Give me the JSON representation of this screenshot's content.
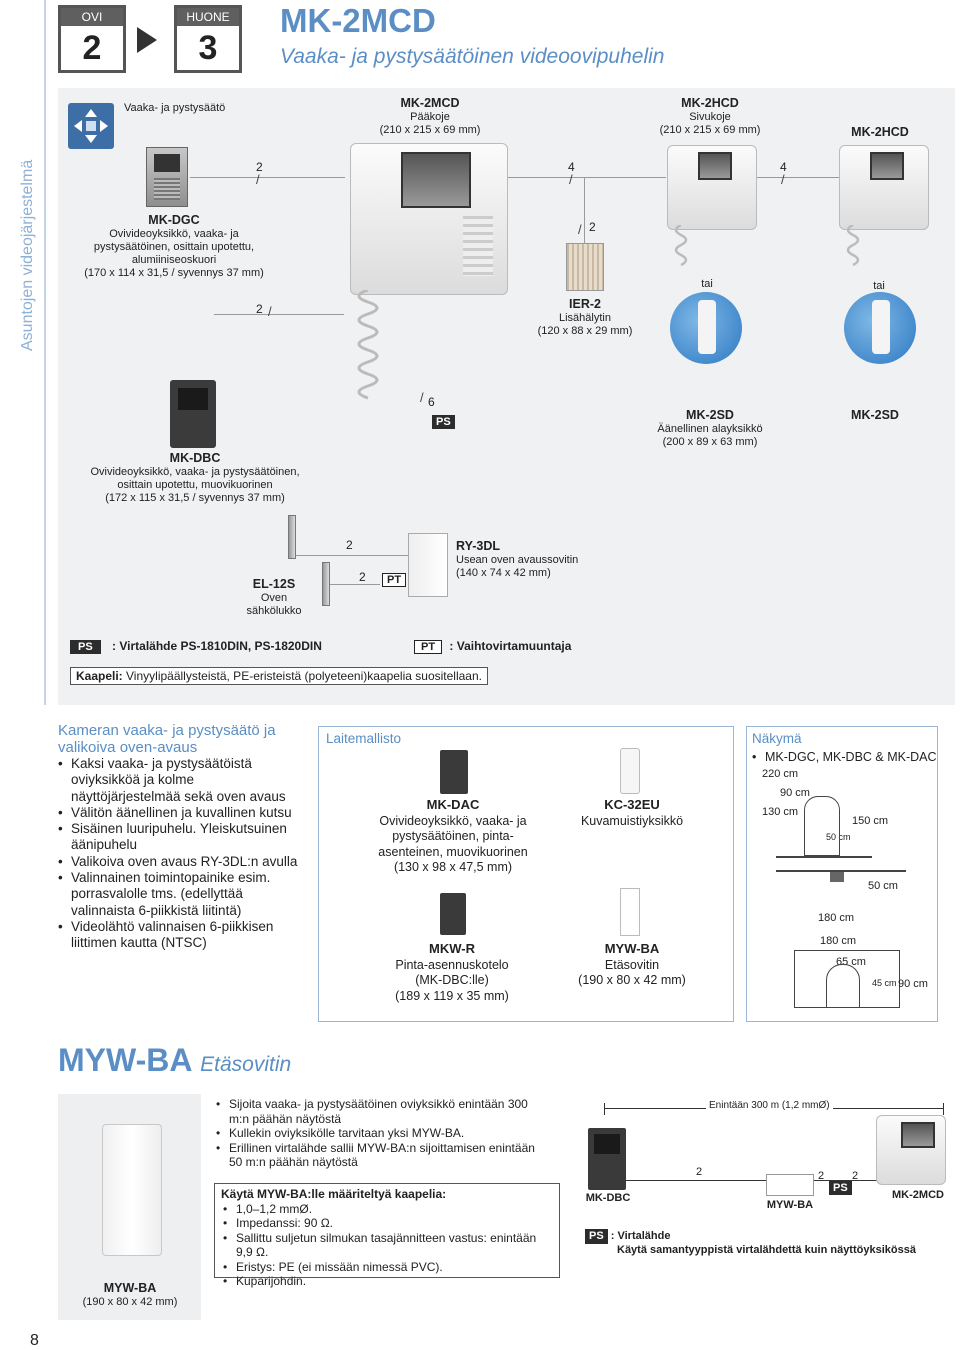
{
  "side": {
    "label": "Asuntojen videojärjestelmä"
  },
  "steps": [
    {
      "head": "OVI",
      "num": "2"
    },
    {
      "head": "HUONE",
      "num": "3"
    }
  ],
  "header": {
    "title": "MK-2MCD",
    "subtitle": "Vaaka- ja pystysäätöinen videoovipuhelin"
  },
  "diagram": {
    "adjust_label": "Vaaka- ja pystysäätö",
    "main_unit": {
      "name": "MK-2MCD",
      "desc": "Pääkoje",
      "size": "(210 x 215 x 69 mm)"
    },
    "sub_unit": {
      "name": "MK-2HCD",
      "desc": "Sivukoje",
      "size": "(210 x 215 x 69 mm)"
    },
    "sub_unit2": {
      "name": "MK-2HCD"
    },
    "dgc": {
      "name": "MK-DGC",
      "desc": "Ovivideoyksikkö, vaaka- ja pystysäätöinen, osittain upotettu, alumiiniseoskuori",
      "size": "(170 x 114 x 31,5 / syvennys 37 mm)"
    },
    "dbc": {
      "name": "MK-DBC",
      "desc": "Ovivideoyksikkö, vaaka- ja pystysäätöinen, osittain upotettu, muovikuorinen",
      "size": "(172 x 115 x 31,5 / syvennys 37 mm)"
    },
    "ier": {
      "name": "IER-2",
      "desc": "Lisähälytin",
      "size": "(120 x 88 x 29 mm)"
    },
    "sd": {
      "name": "MK-2SD",
      "desc": "Äänellinen alayksikkö",
      "size": "(200 x 89 x 63 mm)"
    },
    "sd2": {
      "name": "MK-2SD"
    },
    "or1": "tai",
    "or2": "tai",
    "el": {
      "name": "EL-12S",
      "desc": "Oven sähkölukko"
    },
    "ry": {
      "name": "RY-3DL",
      "desc": "Usean oven avaussovitin",
      "size": "(140 x 74 x 42 mm)"
    },
    "wires": {
      "w1": "2",
      "w2": "2",
      "w3": "4",
      "w4": "2",
      "w5": "4",
      "w6": "6",
      "w7": "2",
      "w8": "2"
    },
    "ps_tag": "PS",
    "pt_tag": "PT",
    "legend_ps": ": Virtalähde PS-1810DIN, PS-1820DIN",
    "legend_pt": ": Vaihtovirtamuuntaja",
    "cable_bold": "Kaapeli:",
    "cable_text": " Vinyylipäällysteistä, PE-eristeistä (polyeteeni)kaapelia suositellaan."
  },
  "features": {
    "heading": "Kameran vaaka- ja pystysäätö ja valikoiva oven-avaus",
    "items": [
      "Kaksi vaaka- ja pystysäätöistä oviyksikköä ja kolme näyttöjärjestelmää sekä oven avaus",
      "Välitön äänellinen ja kuvallinen kutsu",
      "Sisäinen luuripuhelu. Yleiskutsuinen äänipuhelu",
      "Valikoiva oven avaus RY-3DL:n avulla",
      "Valinnainen toimintopainike esim. porrasvalolle tms. (edellyttää valinnaista 6-piikkistä liitintä)",
      "Videolähtö valinnaisen 6-piikkisen liittimen kautta (NTSC)"
    ]
  },
  "accessories": {
    "title": "Laitemallisto",
    "items": [
      {
        "name": "MK-DAC",
        "desc": "Ovivideoyksikkö, vaaka- ja pystysäätöinen, pinta-asenteinen, muovikuorinen",
        "size": "(130 x 98 x 47,5 mm)"
      },
      {
        "name": "KC-32EU",
        "desc": "Kuvamuistiyksikkö",
        "size": ""
      },
      {
        "name": "MKW-R",
        "desc": "Pinta-asennuskotelo (MK-DBC:lle)",
        "size": "(189 x 119 x 35 mm)"
      },
      {
        "name": "MYW-BA",
        "desc": "Etäsovitin",
        "size": "(190 x 80 x 42 mm)"
      }
    ]
  },
  "view": {
    "title": "Näkymä",
    "bullet": "MK-DGC, MK-DBC & MK-DAC",
    "dims": {
      "d220": "220 cm",
      "d90": "90 cm",
      "d130": "130 cm",
      "d150": "150 cm",
      "d50v": "50 cm",
      "d50h": "50 cm",
      "d180a": "180 cm",
      "d180b": "180 cm",
      "d65": "65 cm",
      "d45": "45 cm",
      "d90b": "90 cm"
    }
  },
  "myw": {
    "title": "MYW-BA",
    "subtitle": "Etäsovitin",
    "img_label": "MYW-BA",
    "img_size": "(190 x 80 x 42 mm)",
    "bullets": [
      "Sijoita vaaka- ja pystysäätöinen oviyksikkö enintään 300 m:n päähän näytöstä",
      "Kullekin oviyksikölle tarvitaan yksi MYW-BA.",
      "Erillinen virtalähde sallii MYW-BA:n sijoittamisen enintään 50 m:n päähän näytöstä"
    ],
    "cable_head": "Käytä MYW-BA:lle määriteltyä kaapelia:",
    "cable_items": [
      "1,0–1,2 mmØ.",
      "Impedanssi: 90 Ω.",
      "Sallittu suljetun silmukan tasajännitteen vastus: enintään 9,9 Ω.",
      "Eristys: PE (ei missään nimessä PVC).",
      "Kuparijohdin."
    ],
    "distance_label": "Enintään 300 m (1,2 mmØ)",
    "dbc": "MK-DBC",
    "mywba": "MYW-BA",
    "main": "MK-2MCD",
    "w1": "2",
    "w2": "2",
    "w3": "2",
    "ps_tag": "PS",
    "ps_text": ": Virtalähde",
    "ps_text2": "Käytä samantyyppistä virtalähdettä kuin näyttöyksikössä"
  },
  "page_number": "8"
}
